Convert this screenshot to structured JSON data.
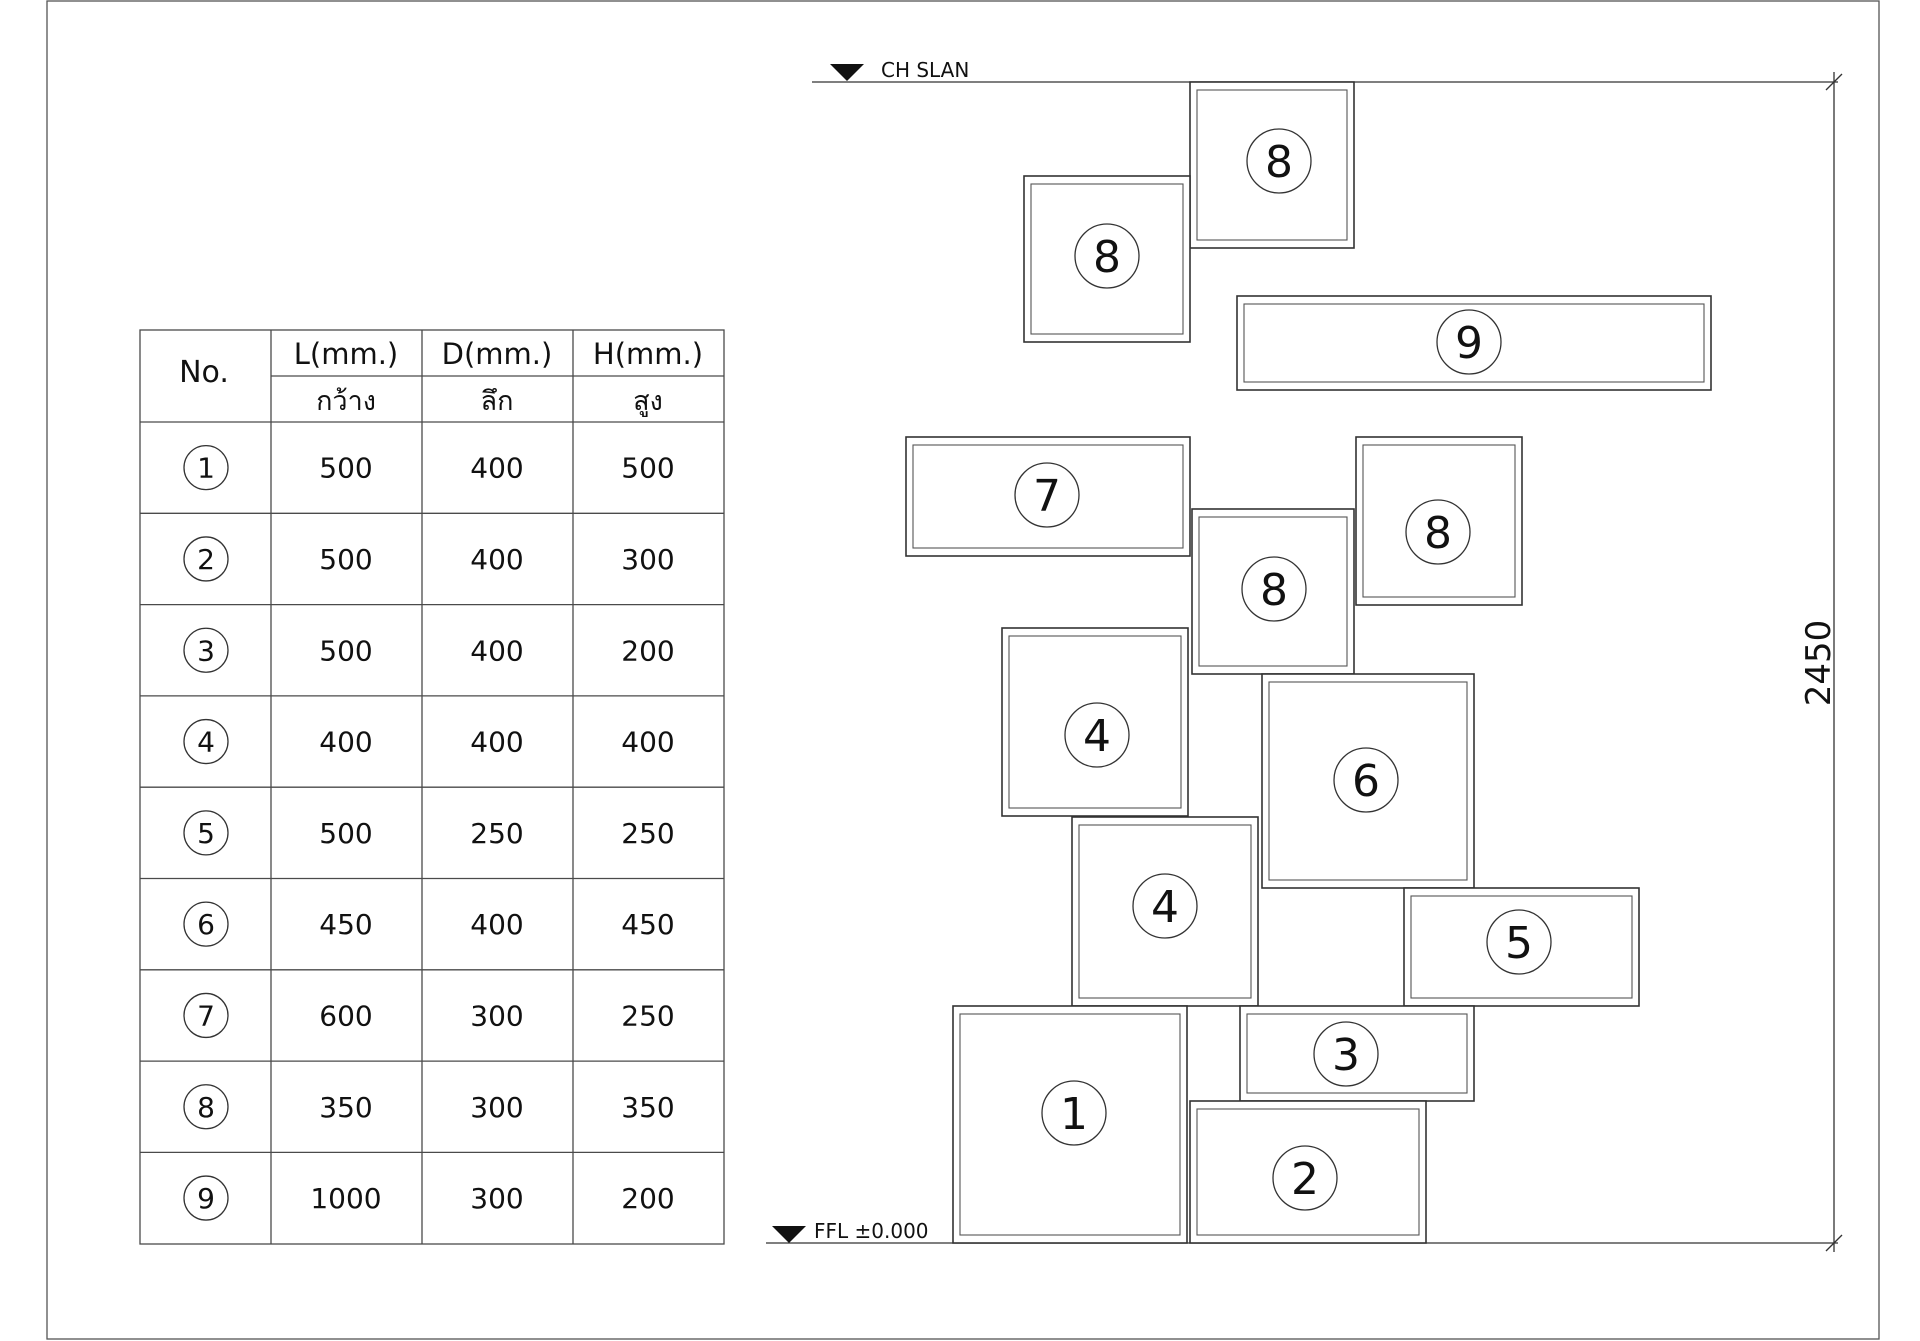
{
  "table": {
    "header": {
      "no": "No.",
      "columns": [
        {
          "label": "L(mm.)",
          "thai": "กว้าง"
        },
        {
          "label": "D(mm.)",
          "thai": "ลึก"
        },
        {
          "label": "H(mm.)",
          "thai": "สูง"
        }
      ]
    },
    "rows": [
      {
        "no": "1",
        "L": "500",
        "D": "400",
        "H": "500"
      },
      {
        "no": "2",
        "L": "500",
        "D": "400",
        "H": "300"
      },
      {
        "no": "3",
        "L": "500",
        "D": "400",
        "H": "200"
      },
      {
        "no": "4",
        "L": "400",
        "D": "400",
        "H": "400"
      },
      {
        "no": "5",
        "L": "500",
        "D": "250",
        "H": "250"
      },
      {
        "no": "6",
        "L": "450",
        "D": "400",
        "H": "450"
      },
      {
        "no": "7",
        "L": "600",
        "D": "300",
        "H": "250"
      },
      {
        "no": "8",
        "L": "350",
        "D": "300",
        "H": "350"
      },
      {
        "no": "9",
        "L": "1000",
        "D": "300",
        "H": "200"
      }
    ]
  },
  "elevation": {
    "top_level_label": "CH SLAN",
    "bottom_level_label": "FFL ±0.000",
    "dimension_label": "2450",
    "box_labels": [
      "8",
      "8",
      "9",
      "7",
      "8",
      "8",
      "4",
      "6",
      "4",
      "5",
      "3",
      "1",
      "2"
    ]
  }
}
